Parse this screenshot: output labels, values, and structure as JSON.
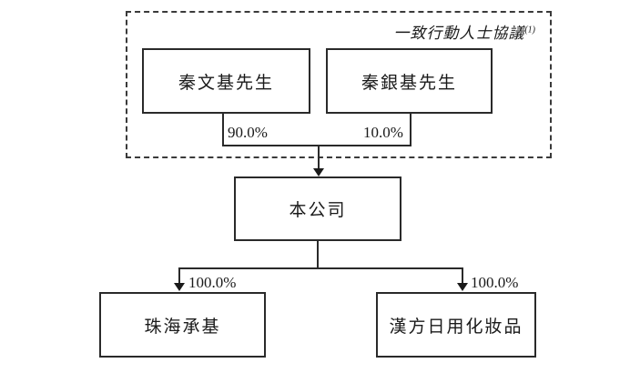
{
  "diagram": {
    "agreement": {
      "label": "一致行動人士協議",
      "note": "(1)"
    },
    "nodes": {
      "shareholder_left": {
        "label": "秦文基先生"
      },
      "shareholder_right": {
        "label": "秦銀基先生"
      },
      "company": {
        "label": "本公司"
      },
      "subsidiary_left": {
        "label": "珠海承基"
      },
      "subsidiary_right": {
        "label": "漢方日用化妝品"
      }
    },
    "ownership": {
      "shareholder_left_pct": "90.0%",
      "shareholder_right_pct": "10.0%",
      "subsidiary_left_pct": "100.0%",
      "subsidiary_right_pct": "100.0%"
    },
    "colors": {
      "line": "#2a2a2a",
      "text": "#1a1a1a",
      "background": "#ffffff"
    }
  }
}
